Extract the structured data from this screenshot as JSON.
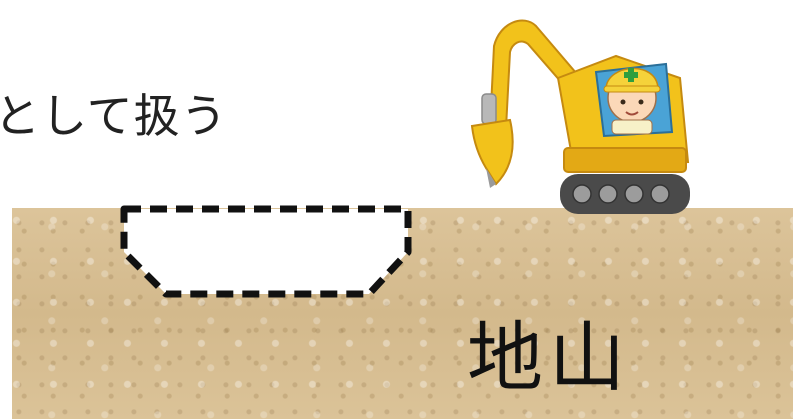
{
  "caption": "として扱う",
  "ground_label": "地山",
  "colors": {
    "soil": "#d8bf93",
    "excavator_body": "#f2c21b",
    "excavator_shadow": "#d99a12",
    "track": "#4a4a4a",
    "helmet": "#f5d23a",
    "helmet_cross": "#2e9e3e",
    "hole_outline": "#111111"
  },
  "icons": [
    "excavator-icon",
    "worker-icon",
    "excavation-hole"
  ]
}
